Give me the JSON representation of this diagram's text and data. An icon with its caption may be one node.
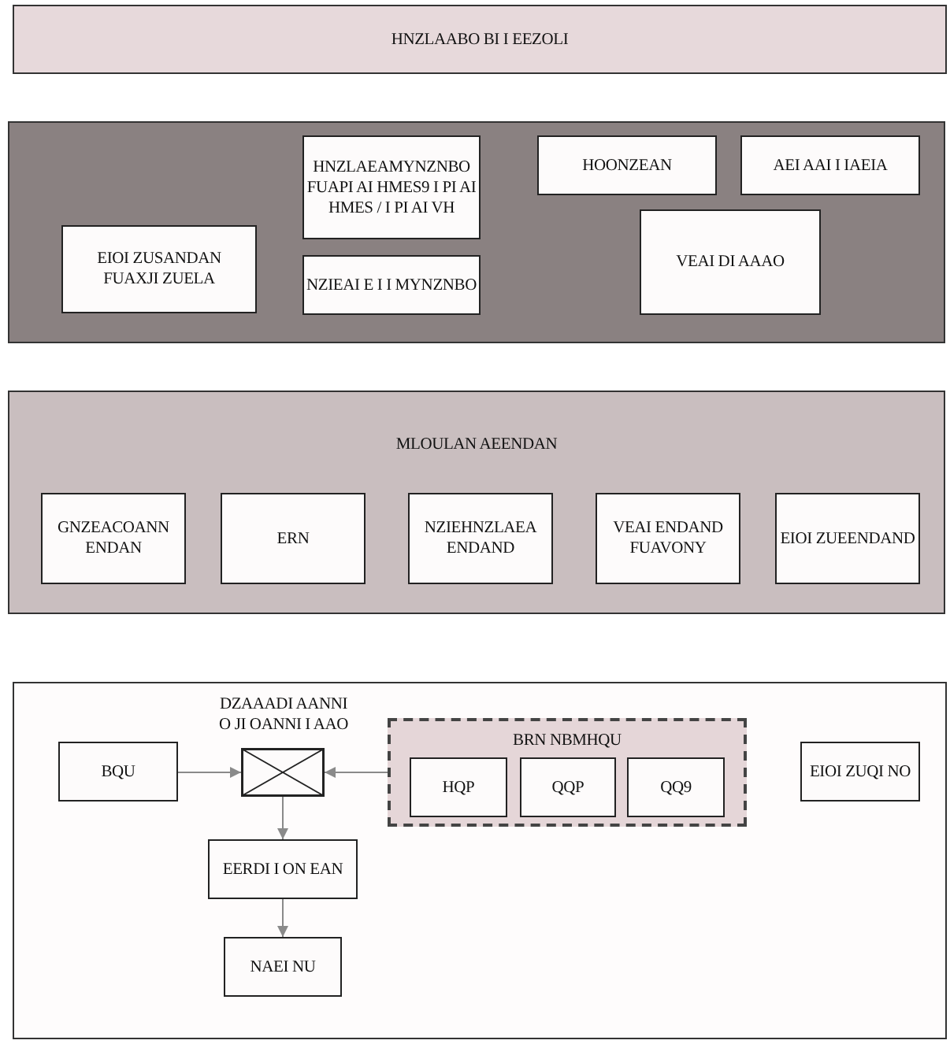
{
  "diagram": {
    "nodes": [
      {
        "text": [
          "HNZLAABO BI I EEZOLI"
        ]
      },
      {
        "text": [],
        "shape": "box"
      },
      {
        "text": [
          "EIOI ZUSANDAN FUAXJI ZUELA"
        ],
        "in": 1
      },
      {
        "text": [
          "HNZLAEAMYNZNBO FUAPI AI HMES9 I PI AI HMES / I PI AI VH"
        ],
        "in": 1
      },
      {
        "text": [
          "NZIEAI E I I MYNZNBO"
        ],
        "in": 1
      },
      {
        "text": [
          "HOONZEAN"
        ],
        "in": 1
      },
      {
        "text": [
          "AEI AAI I IAEIA"
        ],
        "in": 1
      },
      {
        "text": [
          "VEAI DI AAAO"
        ],
        "in": 1
      },
      {
        "text": [
          "MLOULAN AEENDAN"
        ]
      },
      {
        "text": [
          "GNZEACOANN ENDAN"
        ],
        "in": 8
      },
      {
        "text": [
          "ERN"
        ],
        "in": 8
      },
      {
        "text": [
          "NZIEHNZLAEA ENDAND"
        ],
        "in": 8
      },
      {
        "text": [
          "VEAI ENDAND FUAVONY"
        ],
        "in": 8
      },
      {
        "text": [
          "EIOI ZUEENDAND"
        ],
        "in": 8
      },
      {
        "text": [],
        "shape": "box"
      },
      {
        "text": [
          "BQU"
        ],
        "in": 14
      },
      {
        "text": [
          "DZAAADI AANNI O JI OANNI I AAO"
        ],
        "in": 14
      },
      {
        "text": [
          "BRN NBMHQU"
        ],
        "in": 14
      },
      {
        "text": [
          "HQP"
        ],
        "in": 17
      },
      {
        "text": [
          "QQP"
        ],
        "in": 17
      },
      {
        "text": [
          "QQ9"
        ],
        "in": 17
      },
      {
        "text": [
          "EIOI ZUQI NO"
        ],
        "in": 14
      },
      {
        "text": [
          "EERDI I ON EAN"
        ],
        "in": 14
      },
      {
        "text": [
          "NAEI NU"
        ],
        "in": 14
      }
    ],
    "edges": [
      {
        "from": 15,
        "to": 16,
        "arrow": "to"
      },
      {
        "from": 17,
        "to": 16,
        "arrow": "to"
      },
      {
        "from": 16,
        "to": 22,
        "arrow": "to"
      },
      {
        "from": 22,
        "to": 23,
        "arrow": "to"
      }
    ]
  }
}
